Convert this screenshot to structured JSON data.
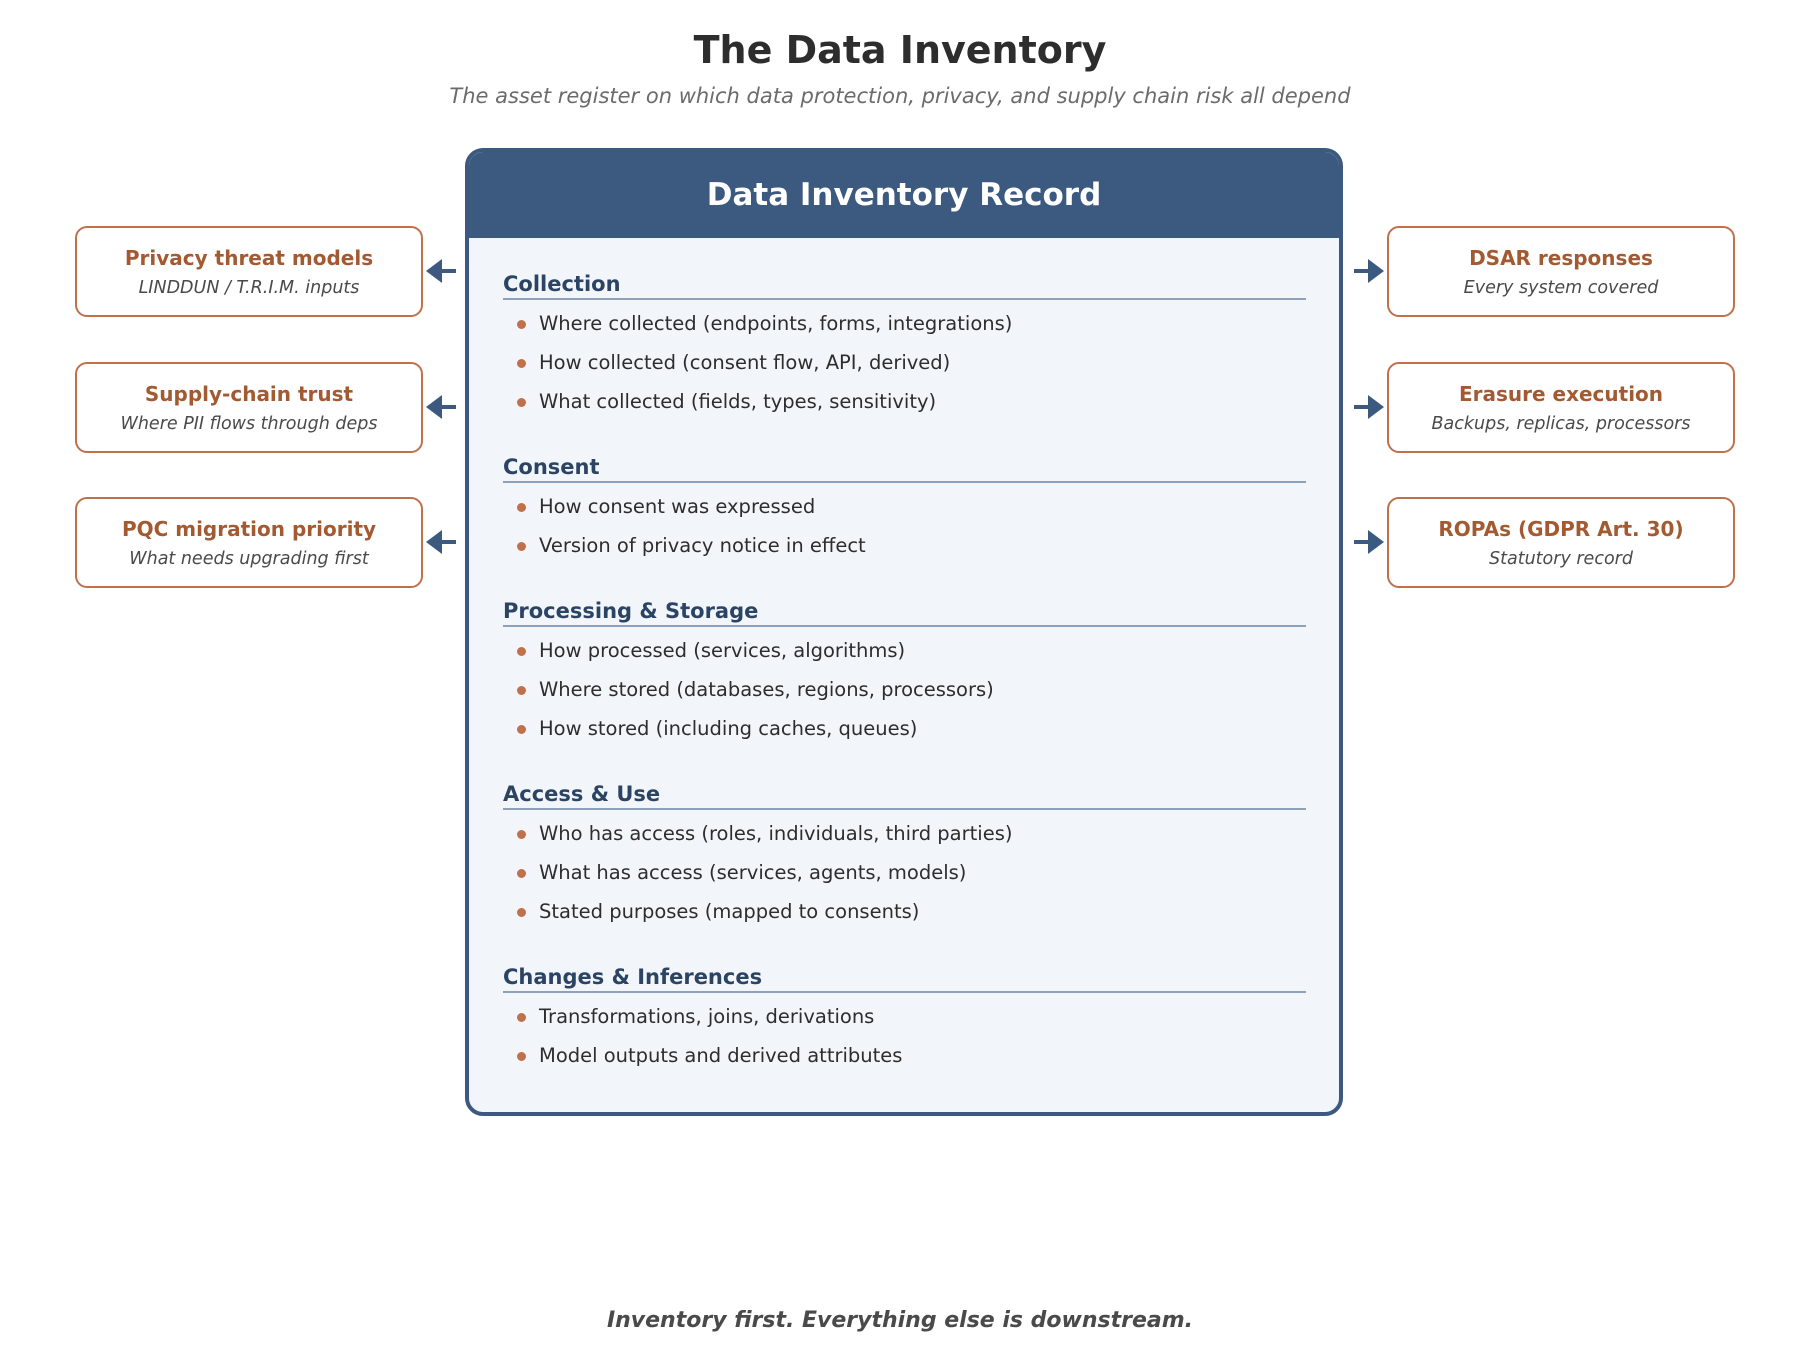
{
  "title": "The Data Inventory",
  "subtitle": "The asset register on which data protection, privacy, and supply chain risk all depend",
  "record": {
    "header": "Data Inventory Record",
    "sections": [
      {
        "title": "Collection",
        "items": [
          "Where collected (endpoints, forms, integrations)",
          "How collected (consent flow, API, derived)",
          "What collected (fields, types, sensitivity)"
        ]
      },
      {
        "title": "Consent",
        "items": [
          "How consent was expressed",
          "Version of privacy notice in effect"
        ]
      },
      {
        "title": "Processing & Storage",
        "items": [
          "How processed (services, algorithms)",
          "Where stored (databases, regions, processors)",
          "How stored (including caches, queues)"
        ]
      },
      {
        "title": "Access & Use",
        "items": [
          "Who has access (roles, individuals, third parties)",
          "What has access (services, agents, models)",
          "Stated purposes (mapped to consents)"
        ]
      },
      {
        "title": "Changes & Inferences",
        "items": [
          "Transformations, joins, derivations",
          "Model outputs and derived attributes"
        ]
      }
    ]
  },
  "left_cards": [
    {
      "title": "Privacy threat models",
      "subtitle": "LINDDUN / T.R.I.M. inputs"
    },
    {
      "title": "Supply-chain trust",
      "subtitle": "Where PII flows through deps"
    },
    {
      "title": "PQC migration priority",
      "subtitle": "What needs upgrading first"
    }
  ],
  "right_cards": [
    {
      "title": "DSAR responses",
      "subtitle": "Every system covered"
    },
    {
      "title": "Erasure execution",
      "subtitle": "Backups, replicas, processors"
    },
    {
      "title": "ROPAs (GDPR Art. 30)",
      "subtitle": "Statutory record"
    }
  ],
  "tagline": "Inventory first. Everything else is downstream.",
  "colors": {
    "primary": "#3c5a80",
    "accent": "#c0704a",
    "panel_bg": "#f2f6fb"
  }
}
